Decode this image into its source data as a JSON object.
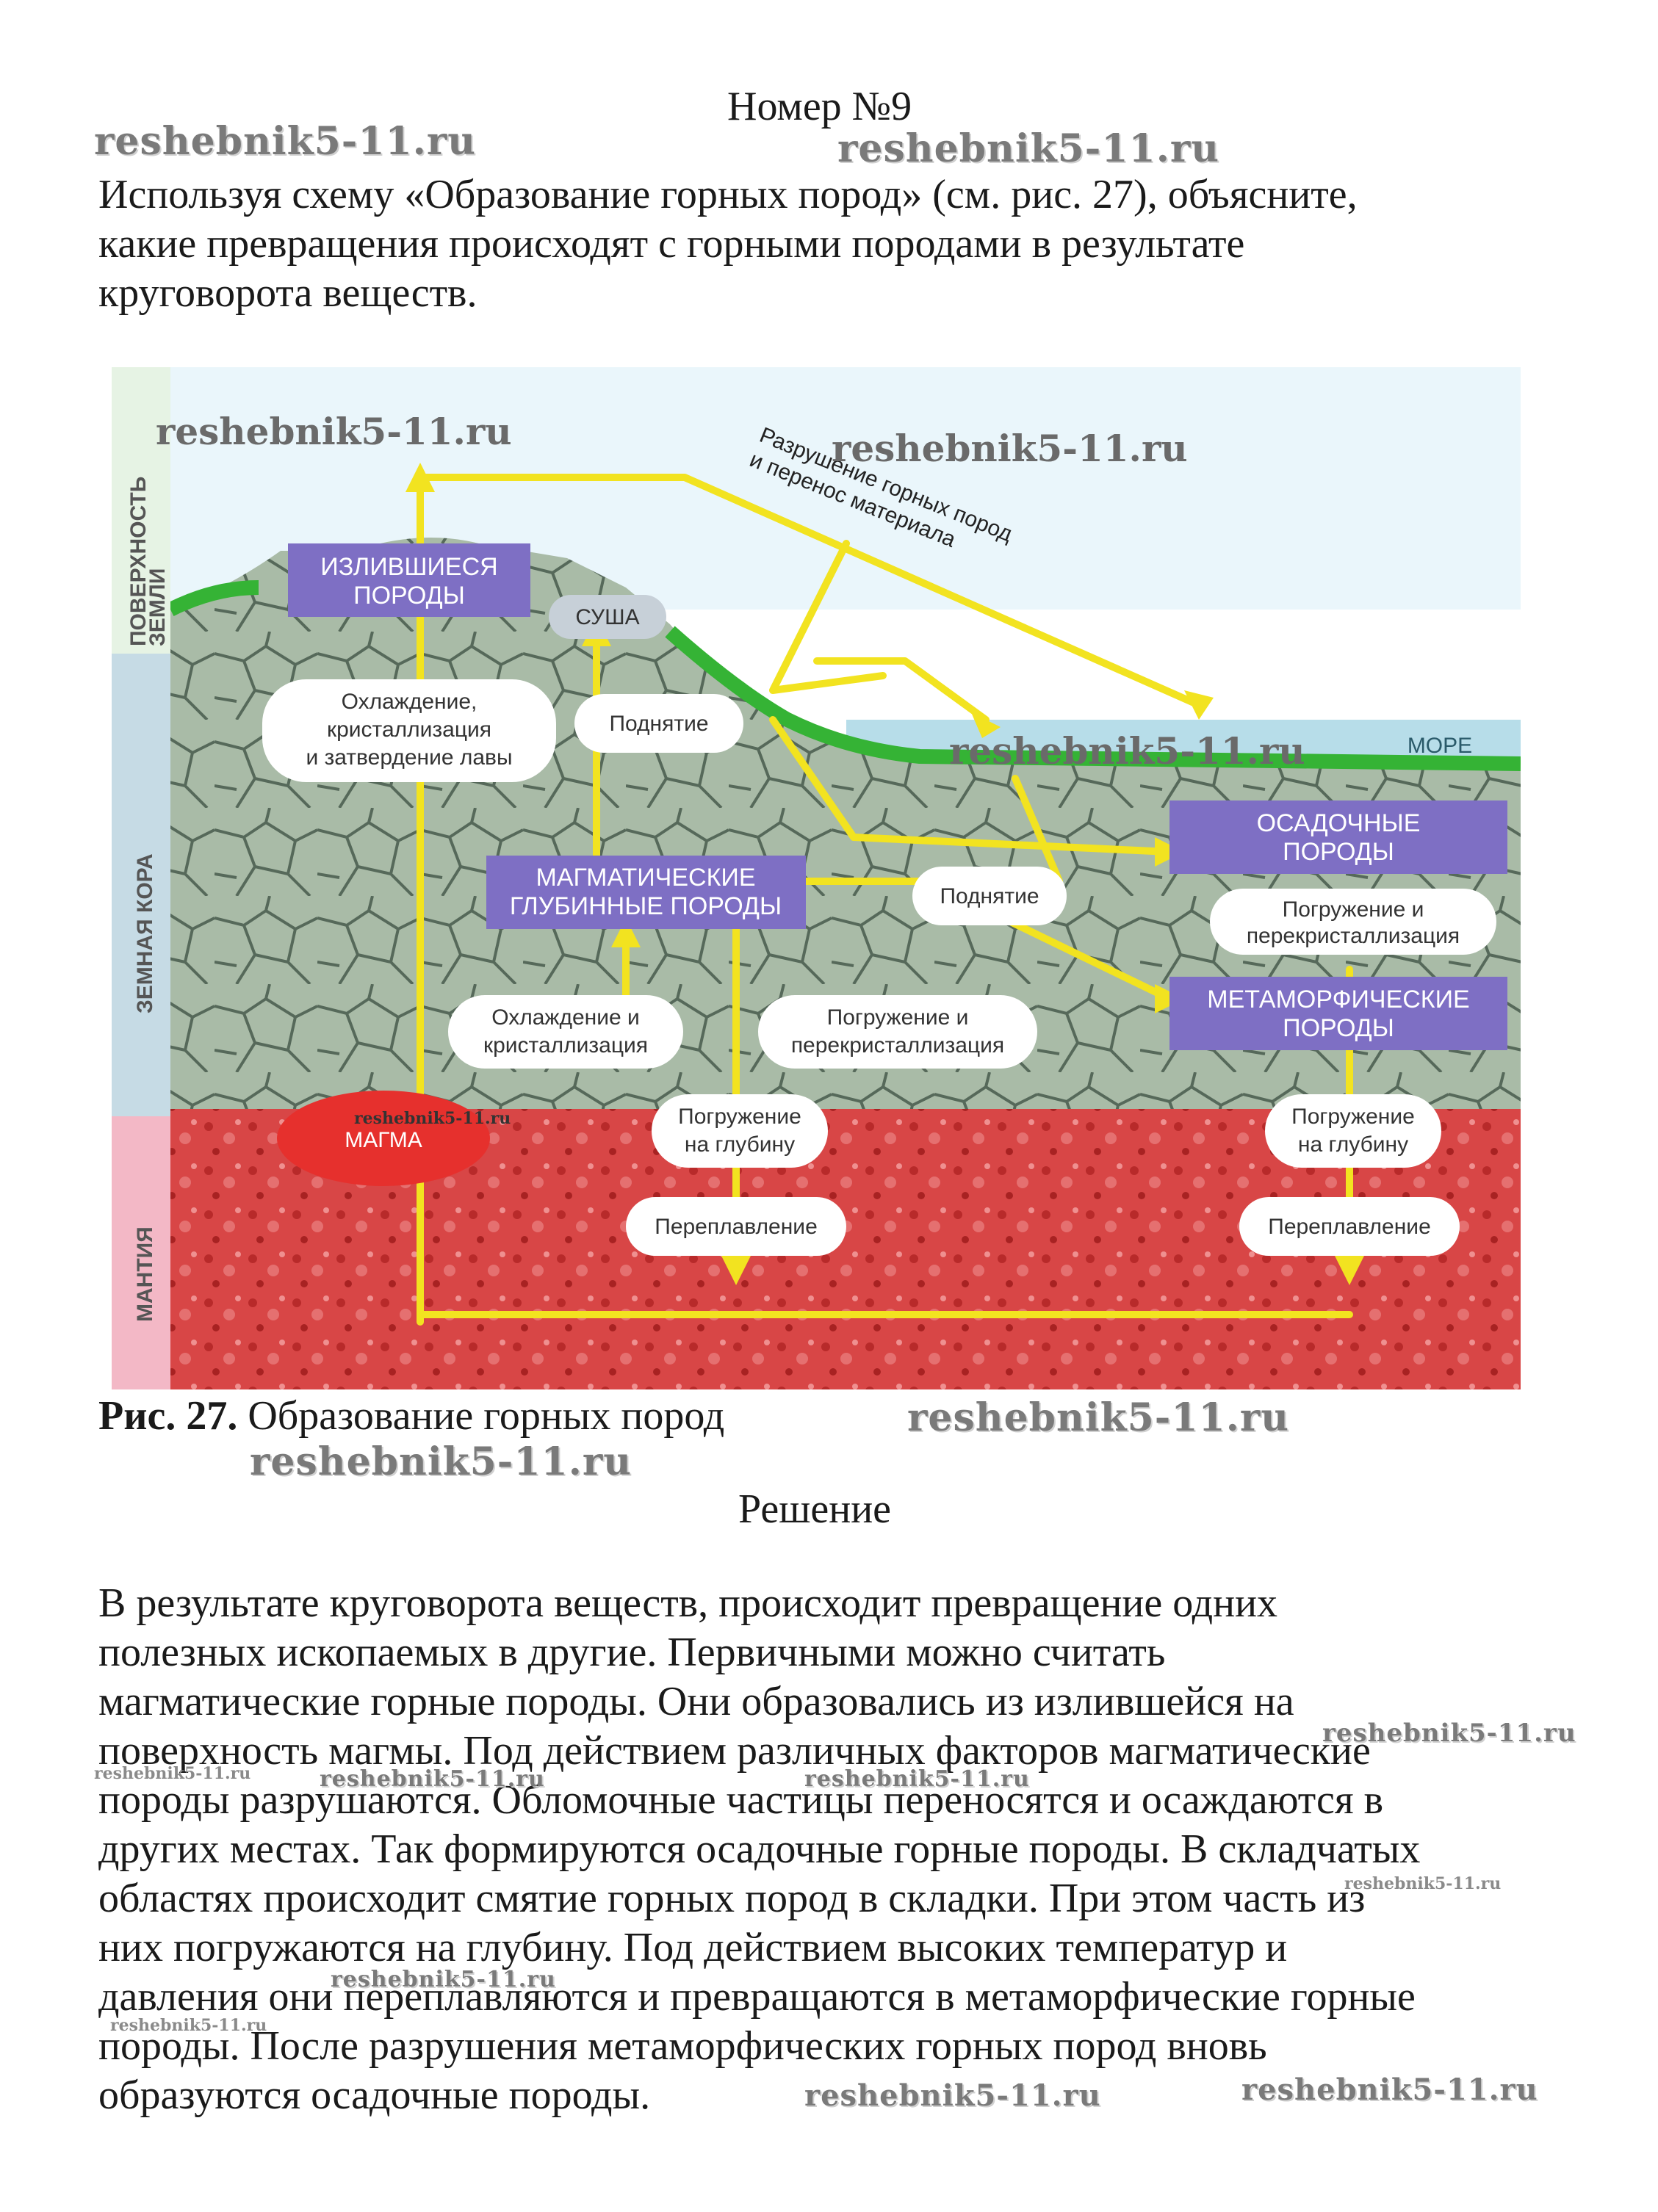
{
  "header": {
    "title": "Номер №9"
  },
  "question": {
    "lines": [
      "Используя схему «Образование горных пород» (см. рис. 27), объясните,",
      "какие превращения происходят с горными породами в результате",
      "круговорота веществ."
    ]
  },
  "figure": {
    "side_labels": {
      "surface": [
        "ПОВЕРХНОСТЬ",
        "ЗЕМЛИ"
      ],
      "crust": "ЗЕМНАЯ КОРА",
      "mantle": "МАНТИЯ"
    },
    "boxes": {
      "effusive": [
        "ИЗЛИВШИЕСЯ",
        "ПОРОДЫ"
      ],
      "magmatic": [
        "МАГМАТИЧЕСКИЕ",
        "ГЛУБИННЫЕ ПОРОДЫ"
      ],
      "sedimentary": [
        "ОСАДОЧНЫЕ",
        "ПОРОДЫ"
      ],
      "metamorphic": [
        "МЕТАМОРФИЧЕСКИЕ",
        "ПОРОДЫ"
      ]
    },
    "labels": {
      "land": "СУША",
      "sea": "МОРЕ",
      "magma": "МАГМА",
      "cooling_lava": [
        "Охлаждение,",
        "кристаллизация",
        "и затвердение лавы"
      ],
      "uplift_left": "Поднятие",
      "uplift_right": "Поднятие",
      "cooling_cryst": [
        "Охлаждение и",
        "кристаллизация"
      ],
      "sinking_center": [
        "Погружение и",
        "перекристаллизация"
      ],
      "sinking_right": [
        "Погружение и",
        "перекристаллизация"
      ],
      "deep_center": [
        "Погружение",
        "на глубину"
      ],
      "deep_right": [
        "Погружение",
        "на глубину"
      ],
      "remelt_center": "Переплавление",
      "remelt_right": "Переплавление",
      "erosion": [
        "Разрушение горных пород",
        "и перенос материала"
      ]
    },
    "caption_bold": "Рис. 27.",
    "caption_text": " Образование горных пород"
  },
  "solution": {
    "heading": "Решение",
    "lines": [
      "В результате круговорота веществ, происходит превращение одних",
      "полезных ископаемых в другие. Первичными можно считать",
      "магматические горные породы. Они образовались из излившейся на",
      "поверхность магмы. Под действием различных факторов магматические",
      "породы разрушаются. Обломочные частицы переносятся и осаждаются в",
      "других местах. Так формируются осадочные горные породы. В складчатых",
      "областях происходит смятие горных пород в складки. При этом часть из",
      "них погружаются на глубину. Под действием высоких температур и",
      "давления они переплавляются и превращаются в метаморфические горные",
      "породы. После разрушения метаморфических горных пород вновь",
      "образуются осадочные породы."
    ]
  },
  "watermark": "reshebnik5-11.ru",
  "colors": {
    "yellow": "#f2e320",
    "box": "#7e6fc4",
    "mantle": "#d43a3a",
    "crust": "#a7b9a5",
    "sky": "#dff0f8",
    "sea": "#b7dde9",
    "grass": "#3ab33a"
  }
}
